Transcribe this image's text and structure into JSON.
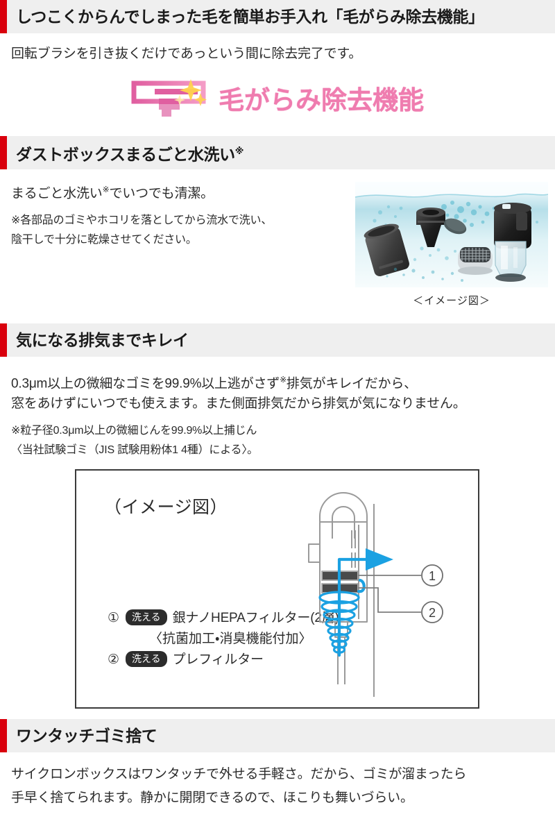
{
  "theme": {
    "accent_red": "#d9000d",
    "header_bg": "#efefef",
    "logo_pink": "#ef7caf",
    "airflow_blue": "#1ba1e2",
    "badge_dark": "#2c2c2c",
    "text": "#2b2b2b"
  },
  "sections": [
    {
      "id": "hair-removal",
      "title": "しつこくからんでしまった毛を簡単お手入れ「毛がらみ除去機能」",
      "title_sup": "",
      "body": "回転ブラシを引き抜くだけであっという間に除去完了です。",
      "logo": {
        "text": "毛がらみ除去機能",
        "icon": "brush-head-sparkle-icon"
      }
    },
    {
      "id": "dustbox-washable",
      "title": "ダストボックスまるごと水洗い",
      "title_sup": "※",
      "body_pre": "まるごと水洗い",
      "body_sup": "※",
      "body_post": "でいつでも清潔。",
      "note_line1": "※各部品のゴミやホコリを落としてから流水で洗い、",
      "note_line2": "陰干しで十分に乾燥させてください。",
      "photo_caption": "＜イメージ図＞",
      "photo_alt": "water-washing-parts-photo"
    },
    {
      "id": "clean-exhaust",
      "title": "気になる排気までキレイ",
      "body_line1_pre": "0.3μm以上の微細なゴミを99.9%以上逃がさず",
      "body_line1_sup": "※",
      "body_line1_post": "排気がキレイだから、",
      "body_line2": "窓をあけずにいつでも使えます。また側面排気だから排気が気になりません。",
      "note_line1": "※粒子径0.3μm以上の微細じんを99.9%以上捕じん",
      "note_line2": "〈当社試験ゴミ（JIS 試験用粉体1 4種）による〉。"
    },
    {
      "id": "one-touch-dust-disposal",
      "title": "ワンタッチゴミ捨て",
      "body_line1": "サイクロンボックスはワンタッチで外せる手軽さ。だから、ゴミが溜まったら",
      "body_line2": "手早く捨てられます。静かに開閉できるので、ほこりも舞いづらい。"
    }
  ],
  "diagram": {
    "title": "（イメージ図）",
    "legend": [
      {
        "number": "①",
        "badge": "洗える",
        "text": "銀ナノHEPAフィルター(2層)",
        "subtext": "〈抗菌加工・消臭機能付加〉"
      },
      {
        "number": "②",
        "badge": "洗える",
        "text": "プレフィルター",
        "subtext": ""
      }
    ],
    "callouts": [
      "①",
      "②"
    ],
    "art_alt": "cyclone-airflow-cutaway-diagram"
  }
}
